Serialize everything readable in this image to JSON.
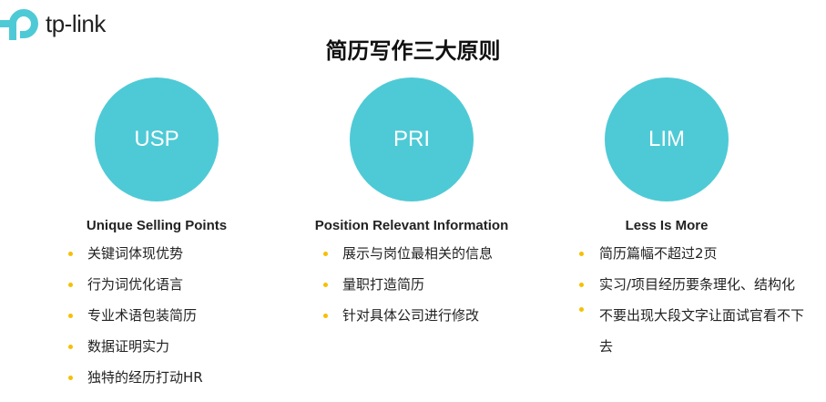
{
  "logo": {
    "text": "tp-link"
  },
  "title": "简历写作三大原则",
  "accent": "#4ecad6",
  "columns": [
    {
      "circle": "USP",
      "label": "Unique Selling Points",
      "items": [
        "关键词体现优势",
        "行为词优化语言",
        "专业术语包装简历",
        "数据证明实力",
        "独特的经历打动HR"
      ]
    },
    {
      "circle": "PRI",
      "label": "Position Relevant Information",
      "items": [
        "展示与岗位最相关的信息",
        "量职打造简历",
        "针对具体公司进行修改"
      ]
    },
    {
      "circle": "LIM",
      "label": "Less Is More",
      "items": [
        "简历篇幅不超过2页",
        "实习/项目经历要条理化、结构化",
        "不要出现大段文字让面试官看不下去"
      ]
    }
  ]
}
